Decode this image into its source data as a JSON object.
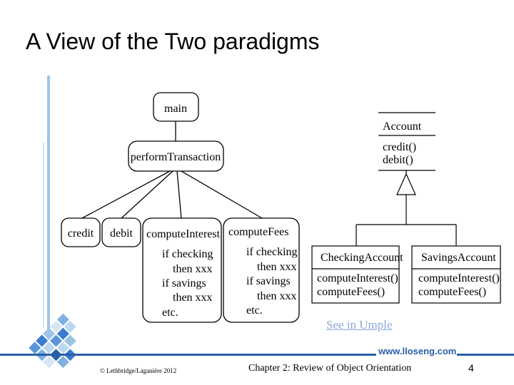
{
  "slide": {
    "title": "A View of the Two paradigms",
    "umple_link": "See in Umple",
    "website": "www.lloseng.com",
    "footer_left": "© Lethbridge/Laganière 2012",
    "footer_center": "Chapter 2: Review of Object Orientation",
    "page_number": "4"
  },
  "procedural": {
    "main": "main",
    "perform": "performTransaction",
    "credit": "credit",
    "debit": "debit",
    "interest_title": "computeInterest",
    "interest_lines": [
      "if checking",
      "then xxx",
      "if savings",
      "then xxx",
      "etc."
    ],
    "fees_title": "computeFees",
    "fees_lines": [
      "if checking",
      "then xxx",
      "if savings",
      "then xxx",
      "etc."
    ]
  },
  "oo": {
    "account": {
      "name": "Account",
      "ops": [
        "credit()",
        "debit()"
      ]
    },
    "checking": {
      "name": "CheckingAccount",
      "ops": [
        "computeInterest()",
        "computeFees()"
      ]
    },
    "savings": {
      "name": "SavingsAccount",
      "ops": [
        "computeInterest()",
        "computeFees()"
      ]
    }
  },
  "colors": {
    "accent": "#2a5fa8",
    "accent_light": "#9ec4e6",
    "link": "#8aa8d8"
  }
}
